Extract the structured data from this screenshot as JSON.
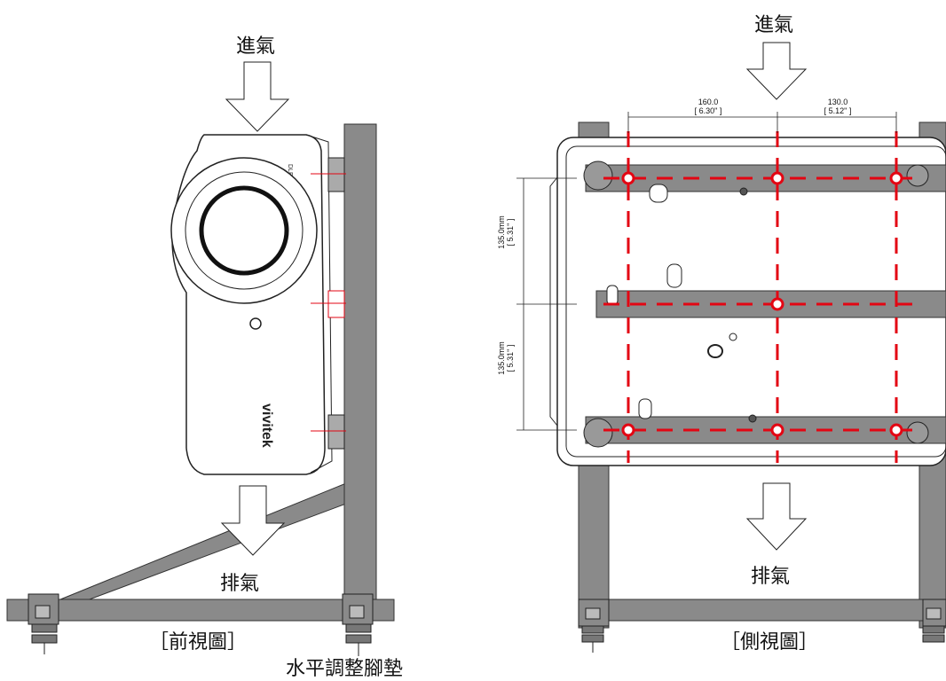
{
  "front_view": {
    "intake_label": "進氣",
    "exhaust_label": "排氣",
    "caption": "［前視圖］",
    "foot_label": "水平調整腳墊",
    "logo_text": "vivitek",
    "dlp_text": "DLP"
  },
  "side_view": {
    "intake_label": "進氣",
    "exhaust_label": "排氣",
    "caption": "［側視圖］",
    "dim_top_left": {
      "value": "160.0",
      "inch": "[ 6.30\" ]"
    },
    "dim_top_right": {
      "value": "130.0",
      "inch": "[ 5.12\" ]"
    },
    "dim_left_upper": {
      "value": "135.0mm",
      "inch": "[ 5.31\" ]"
    },
    "dim_left_lower": {
      "value": "135.0mm",
      "inch": "[ 5.31\" ]"
    }
  },
  "colors": {
    "frame": "#8a8a8a",
    "frame_stroke": "#333333",
    "mount_line": "#e30613",
    "outline": "#222222"
  }
}
